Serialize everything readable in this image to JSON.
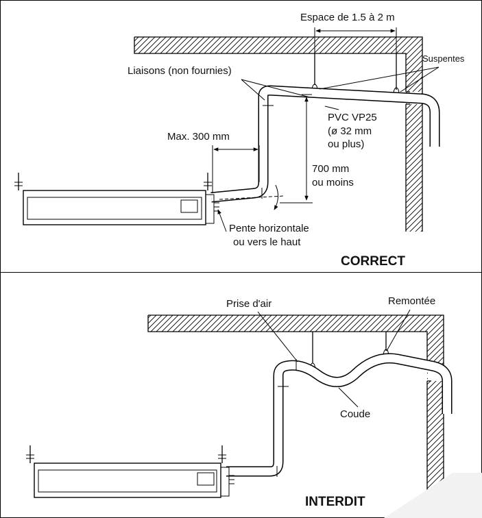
{
  "correct_panel": {
    "spacing_label": "Espace de 1.5 à 2 m",
    "hangers_label": "Suspentes",
    "connections_label": "Liaisons (non fournies)",
    "pipe_label_line1": "PVC VP25",
    "pipe_label_line2": "(ø 32 mm",
    "pipe_label_line3": "ou plus)",
    "max_label": "Max. 300 mm",
    "height_label_line1": "700 mm",
    "height_label_line2": "ou moins",
    "slope_label_line1": "Pente horizontale",
    "slope_label_line2": "ou vers le haut",
    "status_label": "CORRECT"
  },
  "forbidden_panel": {
    "air_intake_label": "Prise d'air",
    "rise_label": "Remontée",
    "bend_label": "Coude",
    "status_label": "INTERDIT"
  }
}
